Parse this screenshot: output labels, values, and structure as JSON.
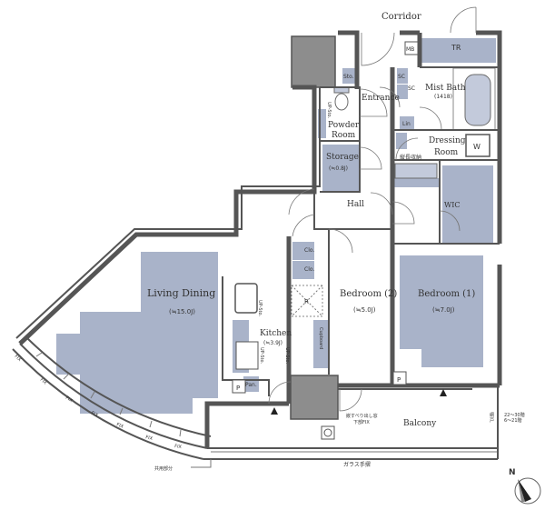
{
  "labels": {
    "corridor": "Corridor",
    "tr": "TR",
    "mb": "MB",
    "sto": "Sto.",
    "sc1": "SC",
    "sc2": "SC",
    "entrance": "Entrance",
    "mist_bath": "Mist Bath",
    "mist_bath_size": "(1418)",
    "lin": "Lin",
    "powder_room_1": "Powder",
    "powder_room_2": "Room",
    "up_sto_1": "UP-Sto.",
    "dressing_1": "Dressing",
    "dressing_2": "Room",
    "w": "W",
    "storage": "Storage",
    "storage_size": "(≒0.8J)",
    "shoe_storage": "縦長収納",
    "hall": "Hall",
    "wic": "WIC",
    "clo1": "Clo.",
    "clo2": "Clo.",
    "living_dining": "Living Dining",
    "living_dining_size": "(≒15.0J)",
    "r": "R",
    "bedroom2": "Bedroom (2)",
    "bedroom2_size": "(≒5.0J)",
    "bedroom1": "Bedroom (1)",
    "bedroom1_size": "(≒7.0J)",
    "kitchen": "Kitchen",
    "kitchen_size": "(≒3.9J)",
    "up_sto_2": "UP-Sto.",
    "up_sto_3": "UP-Sto.",
    "cupboard": "Cupboard",
    "p1": "P",
    "p2": "P",
    "pan": "Pan.",
    "window_note_1": "嵌すべり出し窓",
    "window_note_2": "下部FIX",
    "balcony": "Balcony",
    "balcony_note_1": "網",
    "balcony_note_2": "戸",
    "floor_note_1": "22～30階",
    "floor_note_2": "6～21階",
    "fix": [
      "FIX",
      "FIX",
      "FIX",
      "FIX",
      "FIX",
      "FIX",
      "FIX"
    ],
    "shared_part": "共用部分",
    "glass_railing": "ガラス手摺",
    "north": "N"
  }
}
